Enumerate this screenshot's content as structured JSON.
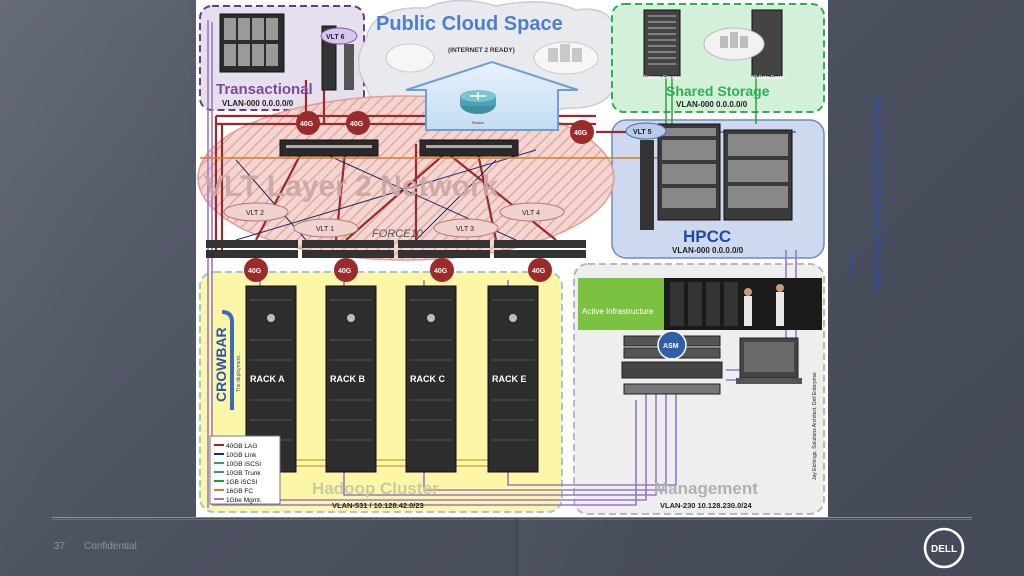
{
  "slide": {
    "page_number": "37",
    "confidential": "Confidential",
    "side_title": "Big Data Architecture Overview",
    "side_subtitle": "Architecting...",
    "author": "Jay Etchings, Solutions Architect, Dell Enterprise",
    "logo": "DELL"
  },
  "zones": {
    "transactional": {
      "title": "Transactional",
      "vlan": "VLAN-000 0.0.0.0/0"
    },
    "public_cloud": {
      "title": "Public Cloud Space",
      "sub": "(INTERNET 2 READY)"
    },
    "shared_storage": {
      "title": "Shared Storage",
      "vlan": "VLAN-000 0.0.0.0/0",
      "primary": "Primary Storage",
      "io": "IO Data Center"
    },
    "vlt_network": {
      "title": "VLT Layer 2 Network"
    },
    "hpcc": {
      "title": "HPCC",
      "vlan": "VLAN-000 0.0.0.0/0"
    },
    "hadoop": {
      "title": "Hadoop Cluster",
      "vlan": "VLAN-531 / 10.128.42.0/23"
    },
    "management": {
      "title": "Management",
      "vlan": "VLAN-230 10.128.230.0/24",
      "active": "Active Infrastructure",
      "asm": "ASM"
    }
  },
  "vlt_labels": [
    "VLT 6",
    "VLT 5",
    "VLT 2",
    "VLT 1",
    "VLT 3",
    "VLT 4"
  ],
  "link_badges": [
    "40G",
    "40G",
    "40G",
    "40G",
    "40G",
    "40G",
    "40G"
  ],
  "router_label": "Router",
  "force10": "FORCE10",
  "crowbar": {
    "title": "CROWBAR",
    "sub": "The deployment..."
  },
  "racks": [
    "RACK A",
    "RACK B",
    "RACK C",
    "RACK E"
  ],
  "legend": [
    {
      "label": "40GB LAG",
      "color": "#9b2a2a"
    },
    {
      "label": "10GB Link",
      "color": "#1f2f5f"
    },
    {
      "label": "10GB iSCSI",
      "color": "#2aa06a"
    },
    {
      "label": "10GB Trunk",
      "color": "#3a8fb8"
    },
    {
      "label": "1GB iSCSI",
      "color": "#2b9a2b"
    },
    {
      "label": "16GB FC",
      "color": "#e07a1a"
    },
    {
      "label": "1Gbe Mgmt.",
      "color": "#9a78c8"
    }
  ]
}
